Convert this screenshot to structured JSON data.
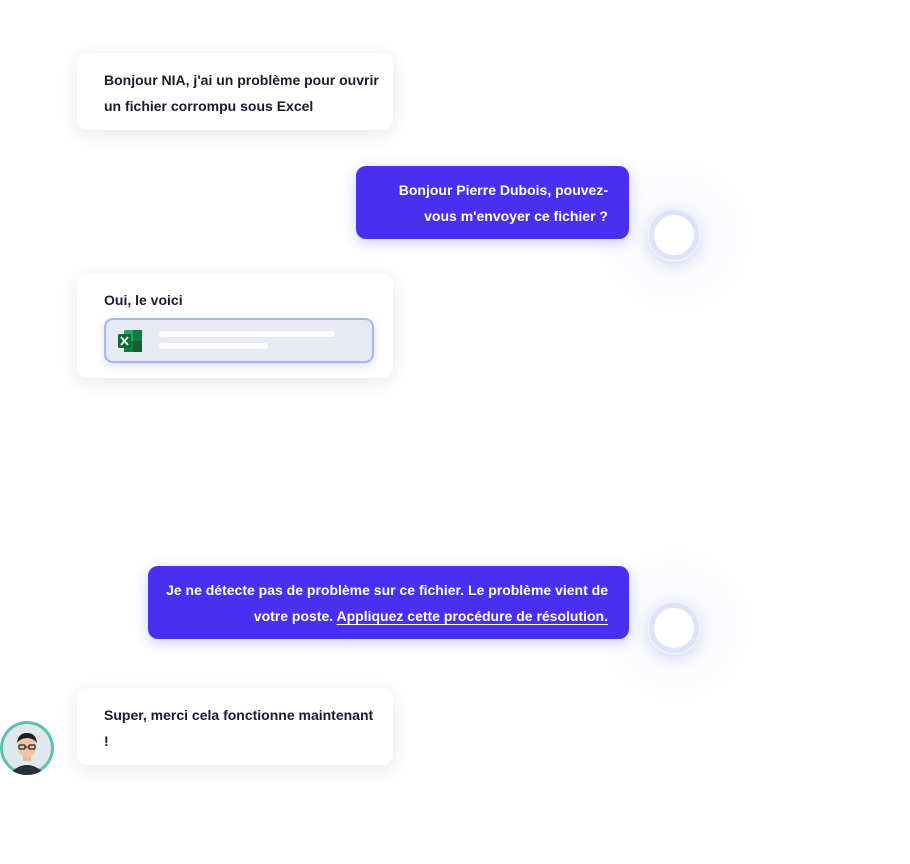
{
  "conversation": {
    "user_message_1": "Bonjour NIA, j'ai un problème pour ouvrir un fichier corrompu sous Excel",
    "bot_message_1": "Bonjour Pierre Dubois, pouvez-vous m'envoyer ce fichier ?",
    "user_message_2": "Oui, le voici",
    "attachment_icon": "excel-file-icon",
    "bot_message_2_text": "Je ne détecte pas de problème sur ce fichier. Le problème vient de votre poste. ",
    "bot_message_2_link": "Appliquez cette procédure de résolution.",
    "user_message_3": "Super, merci cela fonctionne maintenant      !"
  },
  "colors": {
    "bot_bubble": "#4a2ff0",
    "user_bubble": "#ffffff",
    "avatar_ring": "#5fc2b0",
    "excel_green": "#1e7a45"
  }
}
